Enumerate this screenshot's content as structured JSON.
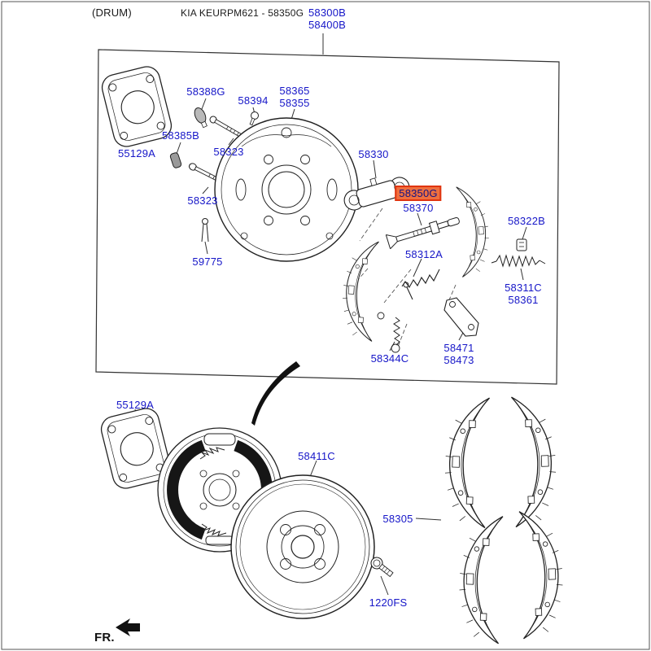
{
  "header": {
    "drum_note": "(DRUM)",
    "catalog_code": "KIA KEURPM621 - 58350G"
  },
  "parts": {
    "p58300B": "58300B",
    "p58400B": "58400B",
    "p58388G": "58388G",
    "p58394": "58394",
    "p58365": "58365",
    "p58355": "58355",
    "p58385B": "58385B",
    "p58323_upper": "58323",
    "p55129A_upper": "55129A",
    "p58323_lower": "58323",
    "p59775": "59775",
    "p58330": "58330",
    "p58350G": "58350G",
    "p58370": "58370",
    "p58312A": "58312A",
    "p58322B": "58322B",
    "p58311C": "58311C",
    "p58361": "58361",
    "p58344C": "58344C",
    "p58471": "58471",
    "p58473": "58473",
    "p55129A_lower": "55129A",
    "p58411C": "58411C",
    "p58305": "58305",
    "p1220FS": "1220FS"
  },
  "footer": {
    "front_marker": "FR."
  },
  "colors": {
    "label_blue": "#1616c8",
    "highlight_fill": "#ee6f3f",
    "highlight_border": "#e0340f"
  }
}
